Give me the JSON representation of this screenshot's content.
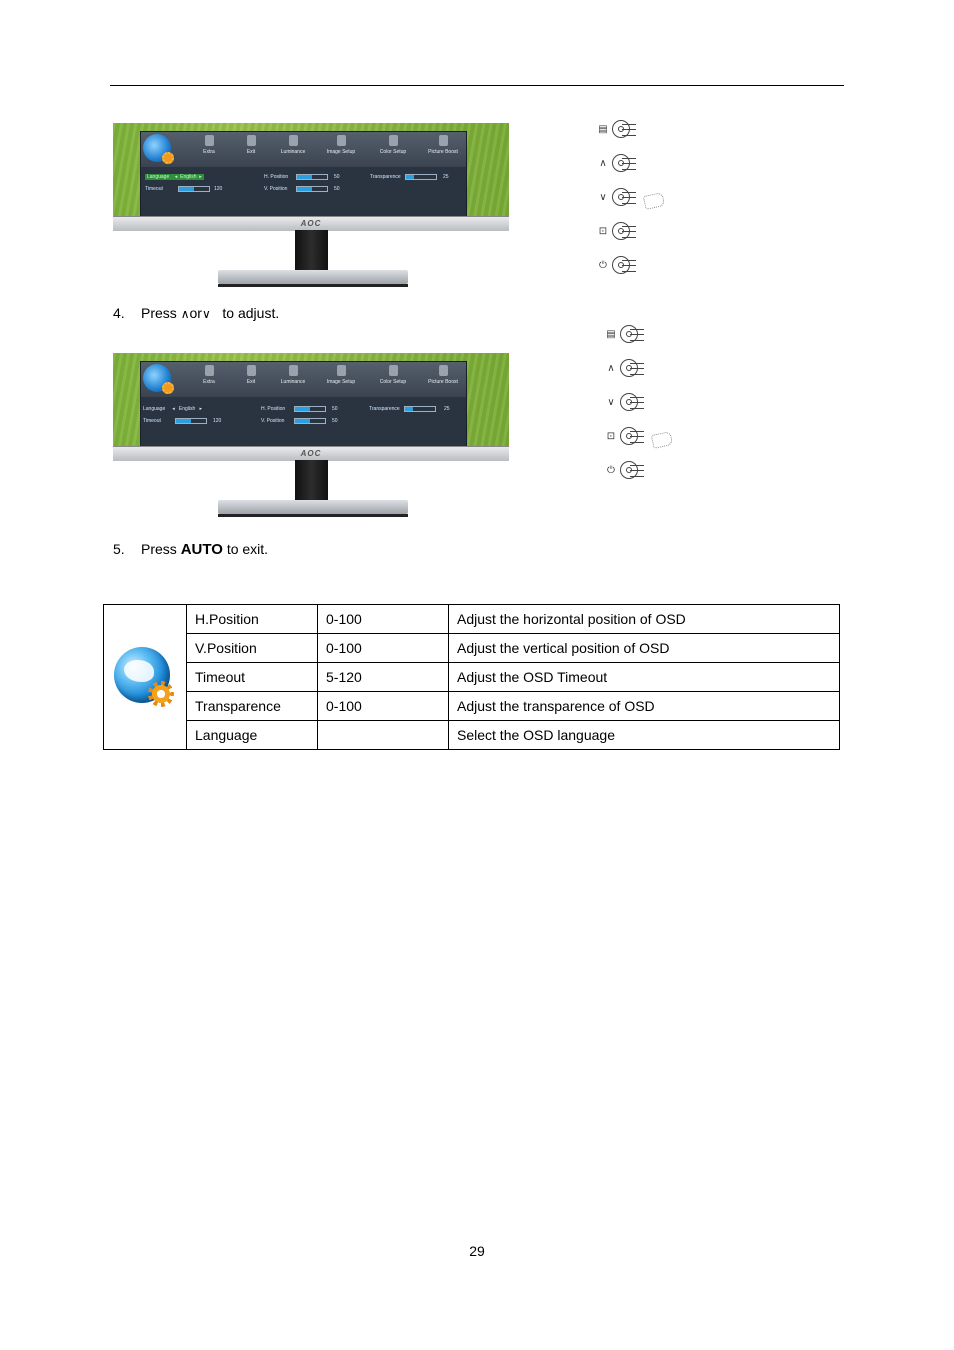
{
  "osd_figure_1": {
    "tabs": [
      "Extra",
      "Exit",
      "Luminance",
      "Image Setup",
      "Color Setup",
      "Picture Boost"
    ],
    "rows_left": [
      {
        "label": "Language",
        "value": "English"
      },
      {
        "label": "Timeout",
        "value": "120"
      }
    ],
    "rows_mid": [
      {
        "label": "H. Position",
        "value": "50"
      },
      {
        "label": "V. Position",
        "value": "50"
      }
    ],
    "rows_right": [
      {
        "label": "Transparence",
        "value": "25"
      }
    ],
    "brand": "AOC"
  },
  "osd_figure_2": {
    "tabs": [
      "Extra",
      "Exit",
      "Luminance",
      "Image Setup",
      "Color Setup",
      "Picture Boost"
    ],
    "rows_left": [
      {
        "label": "Language",
        "value": "English"
      },
      {
        "label": "Timeout",
        "value": "120"
      }
    ],
    "rows_mid": [
      {
        "label": "H. Position",
        "value": "50"
      },
      {
        "label": "V. Position",
        "value": "50"
      }
    ],
    "rows_right": [
      {
        "label": "Transparence",
        "value": "25"
      }
    ],
    "brand": "AOC"
  },
  "buttons": {
    "glyphs": [
      "▤",
      "∧",
      "∨",
      "⊡",
      "⏻"
    ]
  },
  "steps": {
    "step4": {
      "num": "4.",
      "press": "Press",
      "up": "∧",
      "or": "or",
      "down": "∨",
      "rest": "to adjust."
    },
    "step5": {
      "num": "5.",
      "press": "Press",
      "key": "AUTO",
      "rest": "to exit."
    }
  },
  "table": {
    "rows": [
      {
        "name": "H.Position",
        "range": "0-100",
        "desc": "Adjust the horizontal position of OSD"
      },
      {
        "name": "V.Position",
        "range": "0-100",
        "desc": "Adjust the vertical position of OSD"
      },
      {
        "name": "Timeout",
        "range": "5-120",
        "desc": "Adjust the OSD Timeout"
      },
      {
        "name": "Transparence",
        "range": "0-100",
        "desc": "Adjust the transparence of OSD"
      },
      {
        "name": "Language",
        "range": "",
        "desc": "Select the OSD language"
      }
    ]
  },
  "page_number": "29"
}
